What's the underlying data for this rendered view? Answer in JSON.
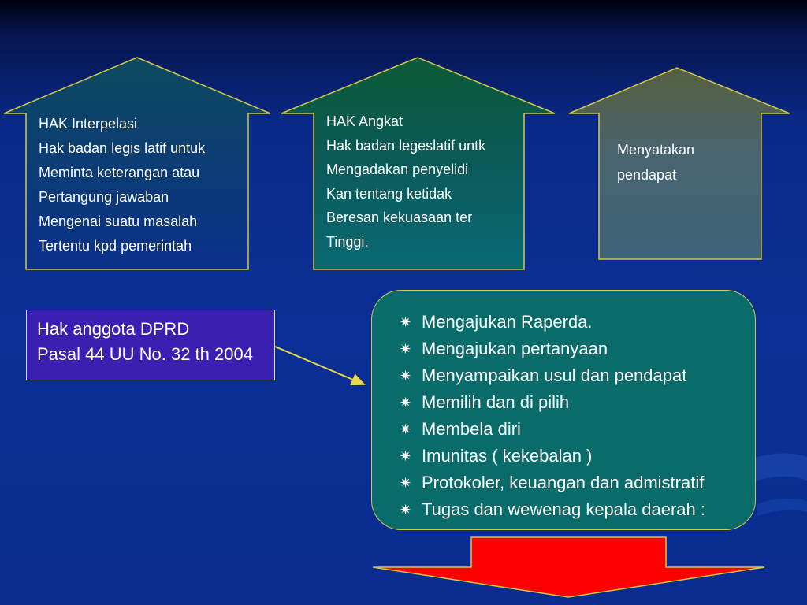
{
  "houses": [
    {
      "lines": [
        "HAK Interpelasi",
        "Hak badan legis latif untuk",
        "Meminta keterangan atau",
        "Pertangung jawaban",
        "Mengenai suatu masalah",
        "Tertentu kpd pemerintah"
      ]
    },
    {
      "lines": [
        "HAK Angkat",
        "Hak badan legeslatif untk",
        "Mengadakan penyelidi",
        "Kan tentang ketidak",
        "Beresan kekuasaan ter",
        "Tinggi."
      ]
    },
    {
      "lines": [
        "Menyatakan",
        "pendapat"
      ]
    }
  ],
  "dprd": {
    "line1": "Hak anggota DPRD",
    "line2": "Pasal 44 UU No. 32 th 2004"
  },
  "rights": {
    "bullet_icon": "star-burst-icon",
    "items": [
      "Mengajukan Raperda.",
      "Mengajukan pertanyaan",
      "Menyampaikan usul dan pendapat",
      "Memilih dan di pilih",
      "Membela diri",
      "Imunitas ( kekebalan )",
      "Protokoler, keuangan dan admistratif",
      "Tugas dan wewenag kepala daerah :"
    ]
  },
  "colors": {
    "outline": "#d4c84a",
    "down_arrow": "#ff0000",
    "dprd_box": "#3a20b0",
    "rights_box": "#0a6b6b",
    "connector": "#e8d84a"
  }
}
